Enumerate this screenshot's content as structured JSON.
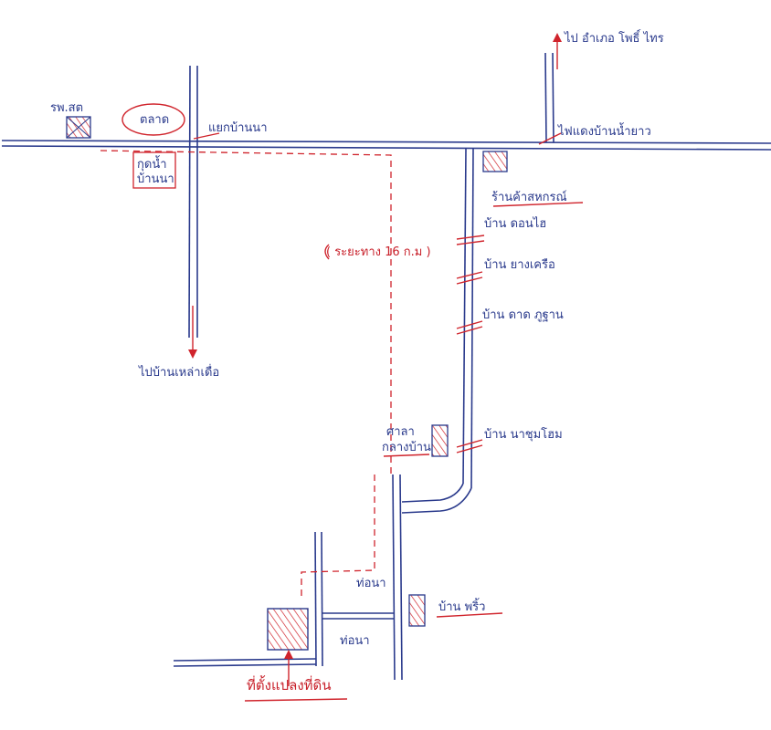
{
  "labels": {
    "to_amphoe": "ไป อำเภอ โพธิ์ ไทร",
    "spr_sign": "รพ.สต",
    "market": "ตลาด",
    "intersection": "แยกบ้านนา",
    "kud_nam": "กุดน้ำ",
    "kud_nam2": "บ้านนา",
    "light_post": "ไฟแดงบ้านน้ำยาว",
    "school_shop": "ร้านค้าสหกรณ์",
    "to_village": "ไปบ้านเหล่าเดื่อ",
    "distance": "( ระยะทาง 16 ก.ม )",
    "house1": "บ้าน ดอนไฮ",
    "house2": "บ้าน ยางเครือ",
    "house3": "บ้าน ดาด ภูฐาน",
    "sala1": "ศาลา",
    "sala2": "กลางบ้าน",
    "house4": "บ้าน นาชุมโฮม",
    "pipe1": "ท่อนา",
    "pipe2": "ท่อนา",
    "house_right": "บ้าน พริ้ว",
    "target": "ที่ตั้งแปลงที่ดิน"
  },
  "colors": {
    "road": "#2a3a8c",
    "route": "#d0242c"
  },
  "icons": {
    "north_arrow": "arrow-up-icon",
    "south_arrow": "arrow-down-icon"
  }
}
